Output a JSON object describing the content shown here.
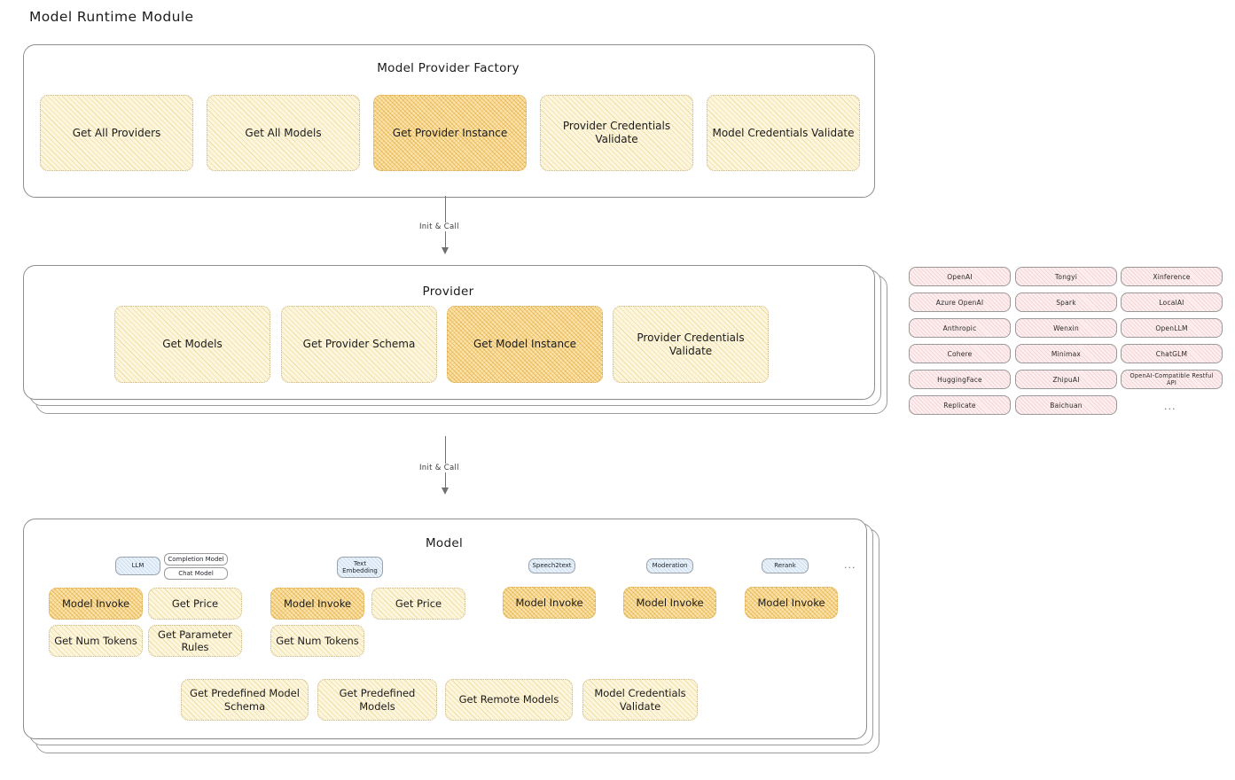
{
  "page": {
    "title": "Model Runtime Module"
  },
  "factory": {
    "title": "Model Provider Factory",
    "nodes": [
      {
        "label": "Get All Providers",
        "highlighted": false
      },
      {
        "label": "Get All Models",
        "highlighted": false
      },
      {
        "label": "Get Provider Instance",
        "highlighted": true
      },
      {
        "label": "Provider Credentials Validate",
        "highlighted": false
      },
      {
        "label": "Model Credentials Validate",
        "highlighted": false
      }
    ]
  },
  "arrows": [
    {
      "label": "Init & Call"
    },
    {
      "label": "Init & Call"
    }
  ],
  "provider": {
    "title": "Provider",
    "nodes": [
      {
        "label": "Get Models",
        "highlighted": false
      },
      {
        "label": "Get Provider Schema",
        "highlighted": false
      },
      {
        "label": "Get Model Instance",
        "highlighted": true
      },
      {
        "label": "Provider Credentials Validate",
        "highlighted": false
      }
    ]
  },
  "provider_list": {
    "columns": [
      {
        "items": [
          "OpenAI",
          "Azure OpenAI",
          "Anthropic",
          "Cohere",
          "HuggingFace",
          "Replicate"
        ]
      },
      {
        "items": [
          "Tongyi",
          "Spark",
          "Wenxin",
          "Minimax",
          "ZhipuAI",
          "Baichuan"
        ]
      },
      {
        "items": [
          "Xinference",
          "LocalAI",
          "OpenLLM",
          "ChatGLM",
          "OpenAI-Compatible Restful API"
        ]
      }
    ],
    "more_mark": "..."
  },
  "model": {
    "title": "Model",
    "more_mark": "...",
    "types": [
      {
        "name": "LLM",
        "sub_chips": [
          "Completion Model",
          "Chat Model"
        ],
        "methods": [
          {
            "label": "Model Invoke",
            "highlighted": true
          },
          {
            "label": "Get Price",
            "highlighted": false
          },
          {
            "label": "Get Num Tokens",
            "highlighted": false
          },
          {
            "label": "Get Parameter Rules",
            "highlighted": false
          }
        ]
      },
      {
        "name": "Text Embedding",
        "sub_chips": [],
        "methods": [
          {
            "label": "Model Invoke",
            "highlighted": true
          },
          {
            "label": "Get Price",
            "highlighted": false
          },
          {
            "label": "Get Num Tokens",
            "highlighted": false
          }
        ]
      },
      {
        "name": "Speech2text",
        "sub_chips": [],
        "methods": [
          {
            "label": "Model Invoke",
            "highlighted": true
          }
        ]
      },
      {
        "name": "Moderation",
        "sub_chips": [],
        "methods": [
          {
            "label": "Model Invoke",
            "highlighted": true
          }
        ]
      },
      {
        "name": "Rerank",
        "sub_chips": [],
        "methods": [
          {
            "label": "Model Invoke",
            "highlighted": true
          }
        ]
      }
    ],
    "shared_methods": [
      {
        "label": "Get Predefined Model Schema"
      },
      {
        "label": "Get Predefined Models"
      },
      {
        "label": "Get Remote Models"
      },
      {
        "label": "Model Credentials Validate"
      }
    ]
  },
  "colors": {
    "node_fill": "#fdf6de",
    "node_highlight_fill": "#fbe3ab",
    "chip_provider_fill": "#fdeff0",
    "chip_type_fill": "#e9f2fa",
    "panel_border": "#8f8f8f"
  }
}
